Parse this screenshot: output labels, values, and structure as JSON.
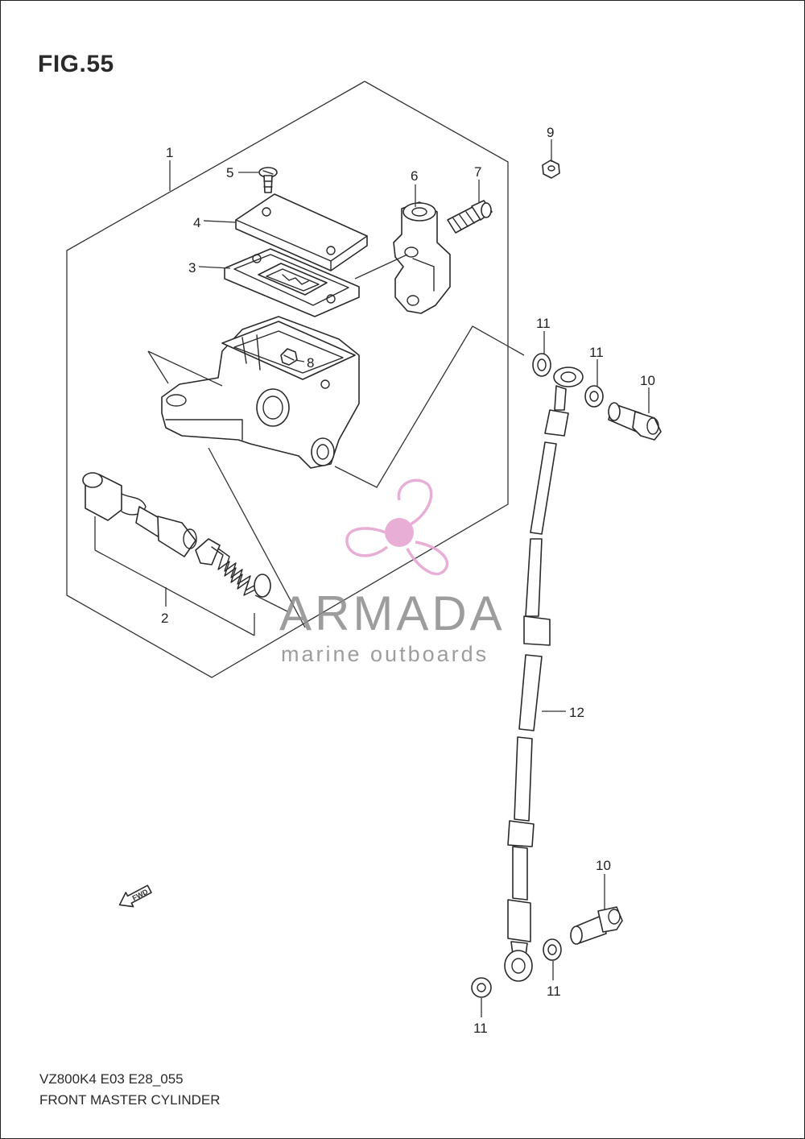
{
  "figure": {
    "title": "FIG.55"
  },
  "callouts": [
    {
      "id": "c1",
      "text": "1"
    },
    {
      "id": "c2",
      "text": "2"
    },
    {
      "id": "c3",
      "text": "3"
    },
    {
      "id": "c4",
      "text": "4"
    },
    {
      "id": "c5",
      "text": "5"
    },
    {
      "id": "c6",
      "text": "6"
    },
    {
      "id": "c7",
      "text": "7"
    },
    {
      "id": "c8",
      "text": "8"
    },
    {
      "id": "c9",
      "text": "9"
    },
    {
      "id": "c10a",
      "text": "10"
    },
    {
      "id": "c10b",
      "text": "10"
    },
    {
      "id": "c11a",
      "text": "11"
    },
    {
      "id": "c11b",
      "text": "11"
    },
    {
      "id": "c11c",
      "text": "11"
    },
    {
      "id": "c11d",
      "text": "11"
    },
    {
      "id": "c12",
      "text": "12"
    }
  ],
  "direction_tag": "FWD",
  "watermark": {
    "name": "ARMADA",
    "tagline": "marine outboards",
    "color": "#e6a6d2"
  },
  "footer": {
    "code": "VZ800K4 E03 E28_055",
    "name": "FRONT MASTER CYLINDER"
  }
}
